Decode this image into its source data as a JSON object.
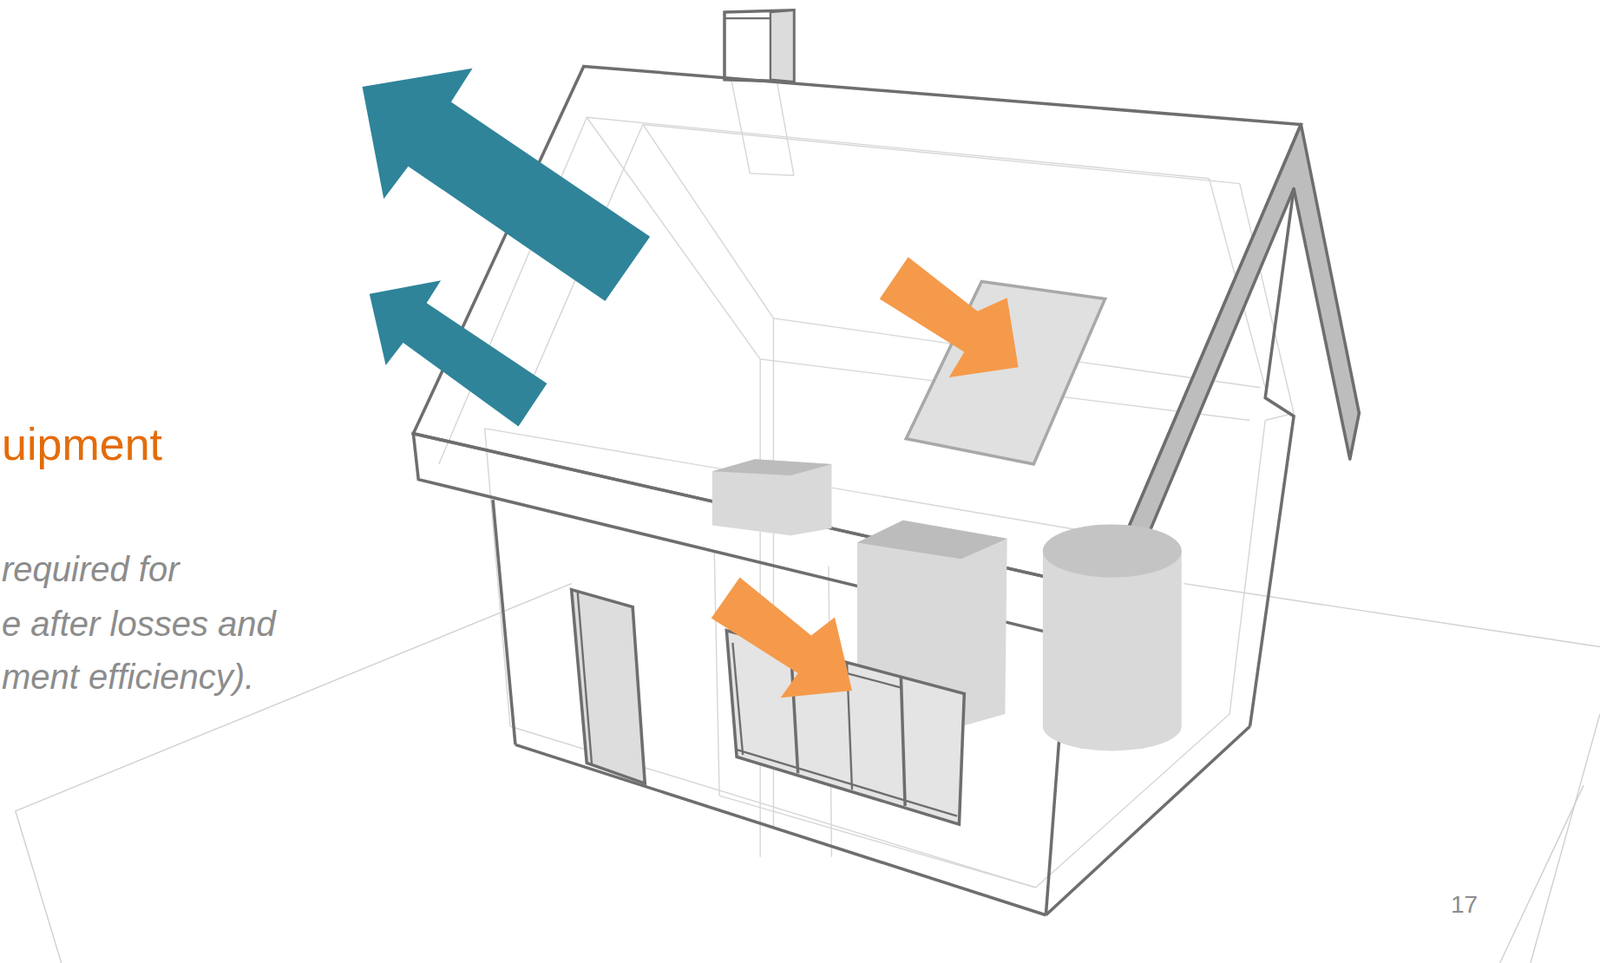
{
  "diagram": {
    "labels": [
      "uipment",
      "required for",
      "e after losses and",
      "ment efficiency).",
      "17"
    ]
  }
}
